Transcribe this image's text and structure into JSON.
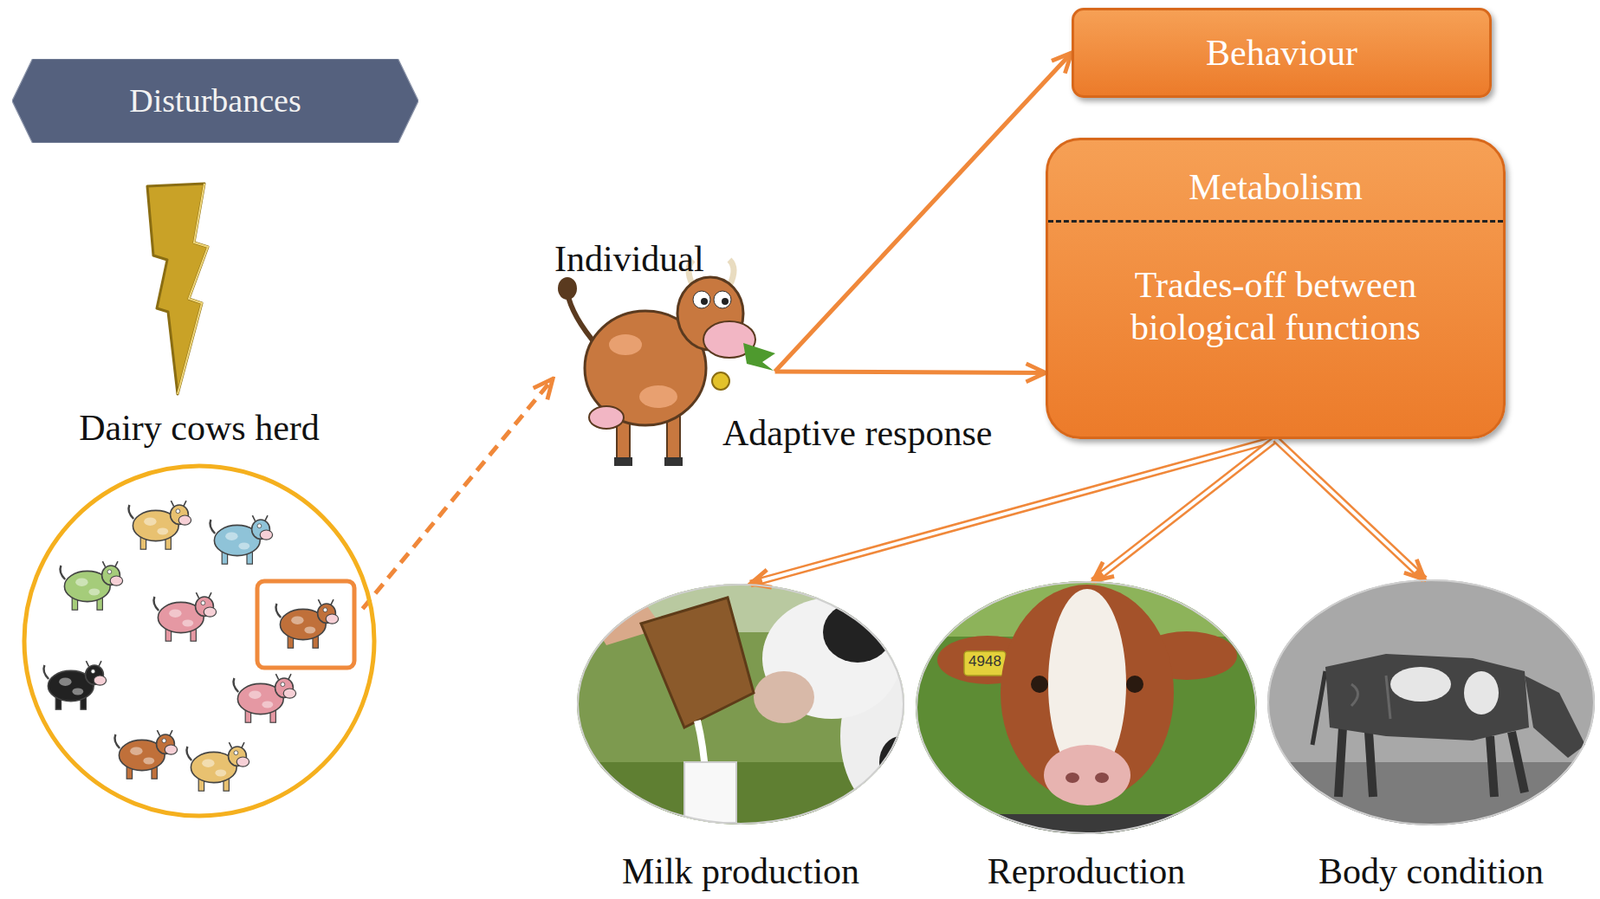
{
  "diagram": {
    "nodes": [
      {
        "text": [
          "Disturbances"
        ]
      },
      {
        "text": [
          "Dairy cows herd"
        ]
      },
      {
        "text": [
          "Individual"
        ]
      },
      {
        "text": [
          "Behaviour"
        ]
      },
      {
        "text": [
          "Metabolism",
          "Trades-off between biological functions"
        ]
      },
      {
        "text": [
          "Milk production"
        ]
      },
      {
        "text": [
          "Reproduction"
        ]
      },
      {
        "text": [
          "Body condition"
        ]
      }
    ],
    "edges": [
      {
        "from": 1,
        "to": 2,
        "arrow": "to"
      },
      {
        "from": 2,
        "to": 3,
        "arrow": "to"
      },
      {
        "from": 2,
        "to": 4,
        "arrow": "to"
      },
      {
        "from": 4,
        "to": 5,
        "arrow": "to"
      },
      {
        "from": 4,
        "to": 6,
        "arrow": "to"
      },
      {
        "from": 4,
        "to": 7,
        "arrow": "to"
      }
    ],
    "labels": [
      "Adaptive response",
      "4948"
    ]
  }
}
